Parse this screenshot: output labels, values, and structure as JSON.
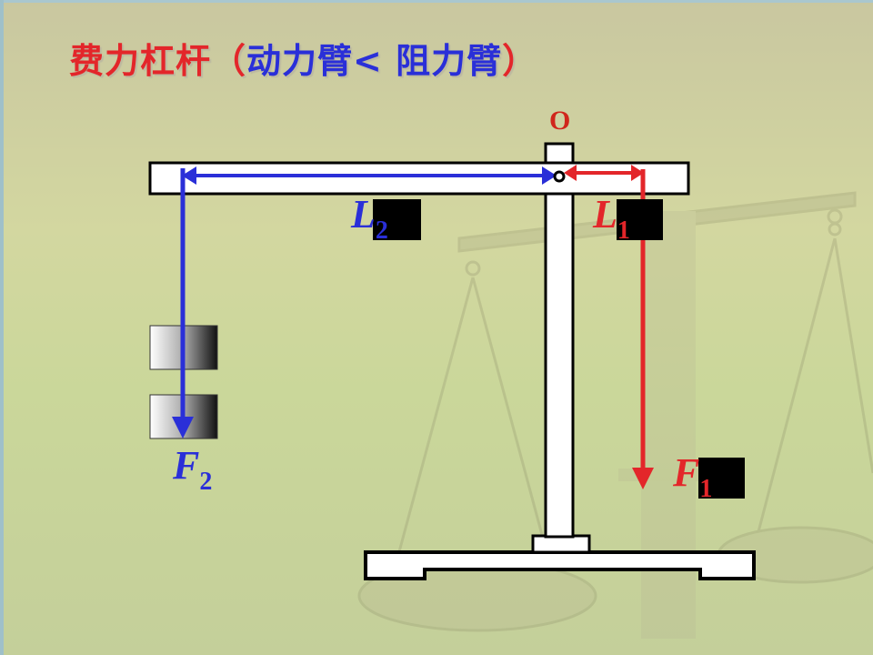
{
  "title": {
    "part1": "费力杠杆（",
    "part2": "动力臂",
    "part3": "< ",
    "part4": "阻力臂",
    "part5": "）"
  },
  "labels": {
    "pivot": "O",
    "L2_main": "L",
    "L2_sub": "2",
    "L1_main": "L",
    "L1_sub": "1",
    "F2_main": "F",
    "F2_sub": "2",
    "F1_main": "F",
    "F1_sub": "1"
  },
  "colors": {
    "effort": "#e3262a",
    "resistance": "#2a2fd8"
  }
}
